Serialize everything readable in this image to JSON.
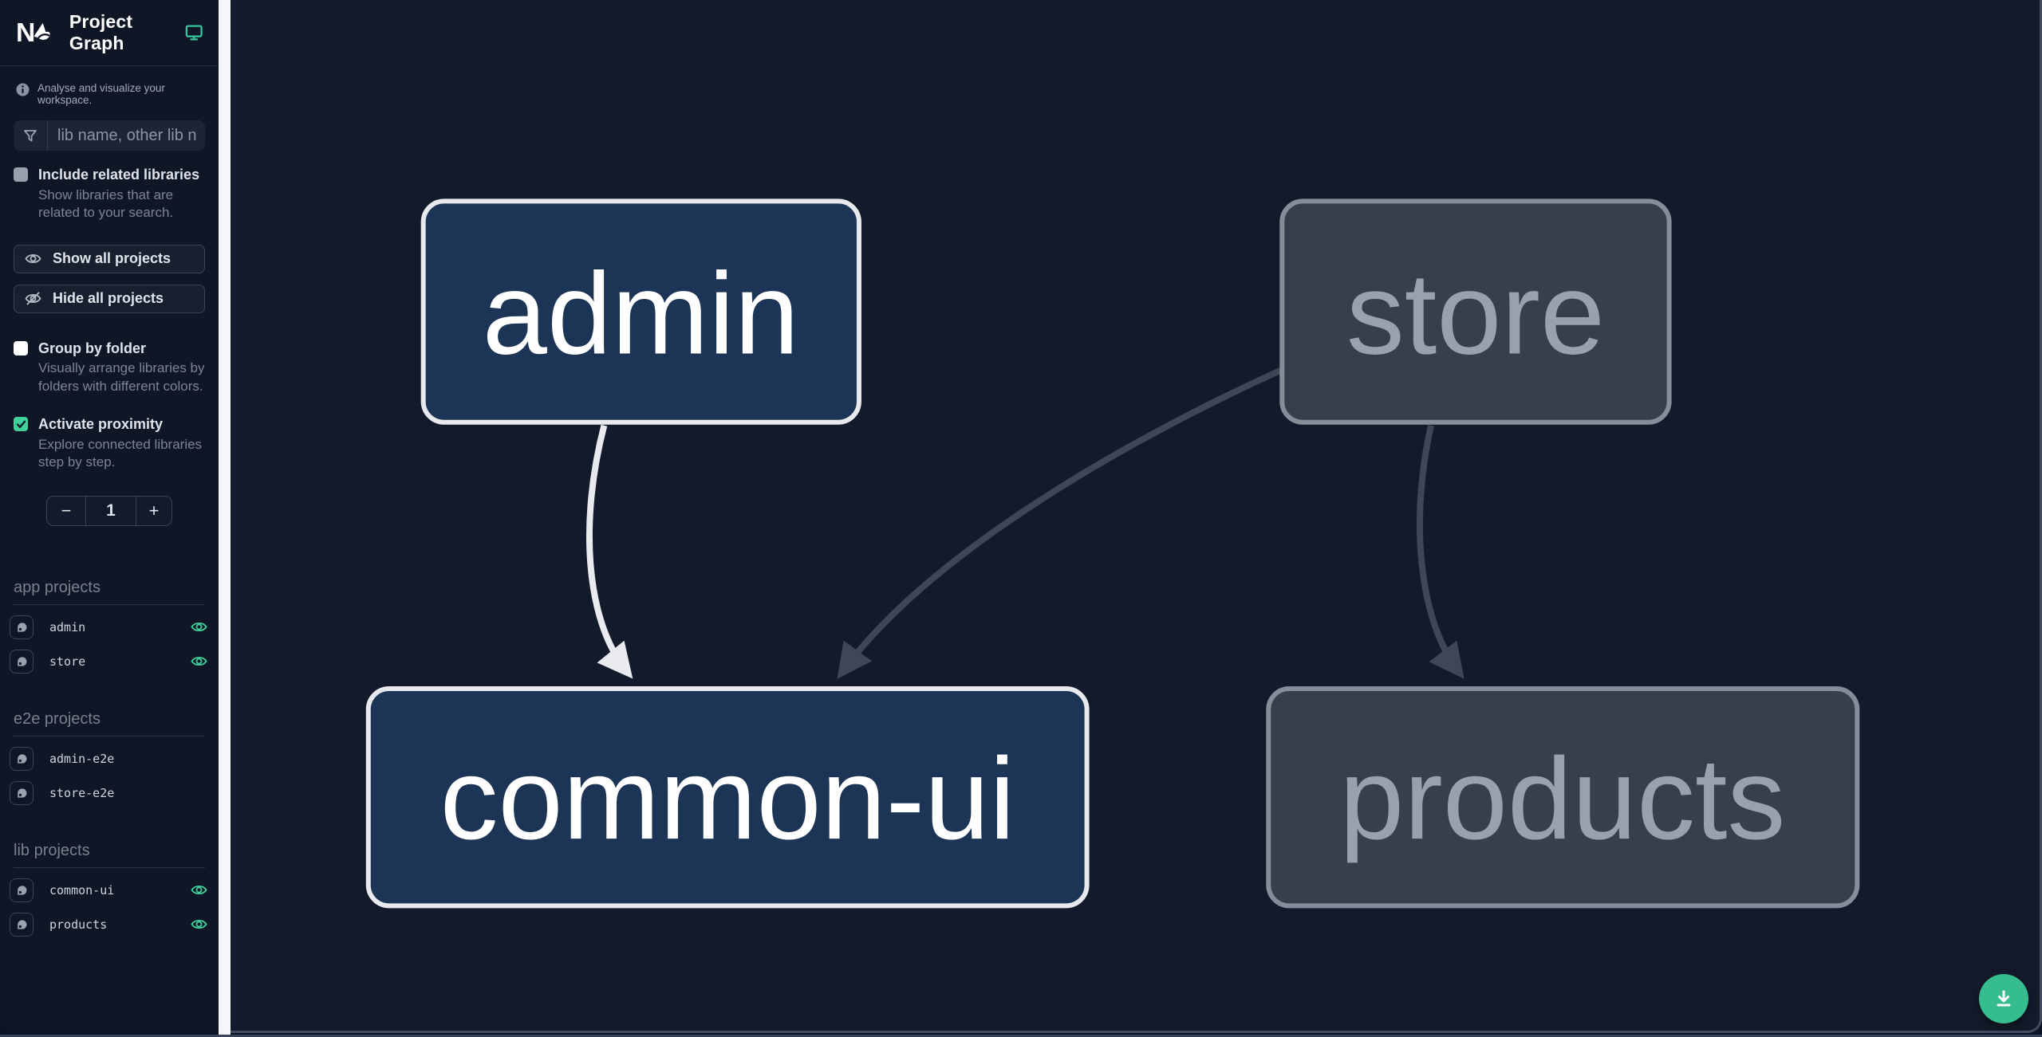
{
  "header": {
    "app_name": "Nx",
    "title": "Project Graph"
  },
  "sidebar": {
    "tagline": "Analyse and visualize your workspace.",
    "filter": {
      "placeholder": "lib name, other lib name"
    },
    "include_related": {
      "label": "Include related libraries",
      "desc": "Show libraries that are related to your search.",
      "checked": false
    },
    "buttons": {
      "show_all": "Show all projects",
      "hide_all": "Hide all projects"
    },
    "group_by_folder": {
      "label": "Group by folder",
      "desc": "Visually arrange libraries by folders with different colors.",
      "checked": false
    },
    "proximity": {
      "label": "Activate proximity",
      "desc": "Explore connected libraries step by step.",
      "checked": true,
      "value": "1",
      "decrement_label": "−",
      "increment_label": "+"
    },
    "sections": [
      {
        "title": "app projects",
        "items": [
          {
            "name": "admin",
            "visible": true
          },
          {
            "name": "store",
            "visible": true
          }
        ]
      },
      {
        "title": "e2e projects",
        "items": [
          {
            "name": "admin-e2e",
            "visible": false
          },
          {
            "name": "store-e2e",
            "visible": false
          }
        ]
      },
      {
        "title": "lib projects",
        "items": [
          {
            "name": "common-ui",
            "visible": true
          },
          {
            "name": "products",
            "visible": true
          }
        ]
      }
    ]
  },
  "graph": {
    "nodes": [
      {
        "id": "admin",
        "label": "admin",
        "state": "focused"
      },
      {
        "id": "store",
        "label": "store",
        "state": "faded"
      },
      {
        "id": "common-ui",
        "label": "common-ui",
        "state": "focused"
      },
      {
        "id": "products",
        "label": "products",
        "state": "faded"
      }
    ],
    "edges": [
      {
        "source": "admin",
        "target": "common-ui",
        "state": "focused"
      },
      {
        "source": "store",
        "target": "common-ui",
        "state": "faded"
      },
      {
        "source": "store",
        "target": "products",
        "state": "faded"
      }
    ]
  },
  "fab": {
    "action": "download-graph-image"
  },
  "colors": {
    "accent_teal": "#3ecf9a",
    "fab_green": "#35bd8e",
    "canvas_bg": "#131a2b",
    "sidebar_bg": "#0f1626",
    "node_focused_fill": "#1c3456",
    "node_focused_border": "#e7e9ec",
    "node_faded_fill": "#373e4c",
    "node_faded_border": "#868d99",
    "edge_light": "#e8eaee",
    "edge_dark": "#3f4756"
  }
}
